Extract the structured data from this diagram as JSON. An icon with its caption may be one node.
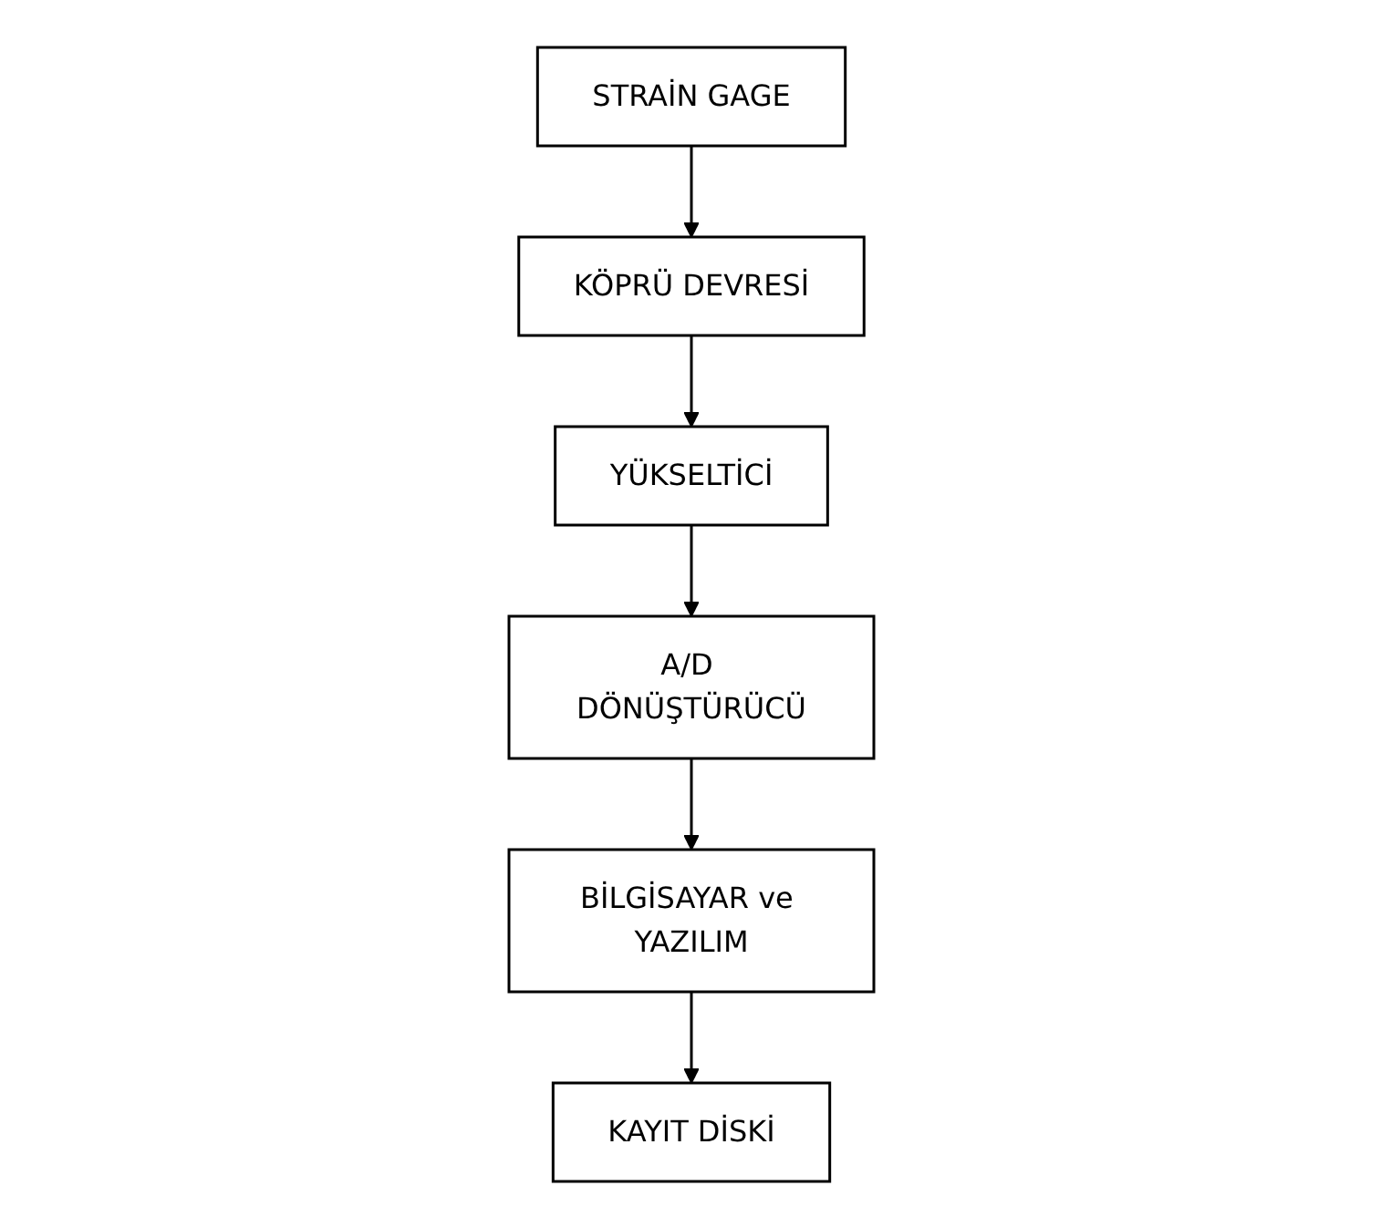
{
  "diagram": {
    "nodes": [
      {
        "text": [
          "STRAİN GAGE"
        ]
      },
      {
        "text": [
          "KÖPRÜ DEVRESİ"
        ]
      },
      {
        "text": [
          "YÜKSELTİCİ"
        ]
      },
      {
        "text": [
          "A/D DÖNÜŞTÜRÜCÜ"
        ]
      },
      {
        "text": [
          "BİLGİSAYAR ve YAZILIM"
        ]
      },
      {
        "text": [
          "KAYIT DİSKİ"
        ]
      }
    ],
    "edges": [
      {
        "from": 0,
        "to": 1,
        "arrow": "to"
      },
      {
        "from": 1,
        "to": 2,
        "arrow": "to"
      },
      {
        "from": 2,
        "to": 3,
        "arrow": "to"
      },
      {
        "from": 3,
        "to": 4,
        "arrow": "to"
      },
      {
        "from": 4,
        "to": 5,
        "arrow": "to"
      }
    ]
  }
}
